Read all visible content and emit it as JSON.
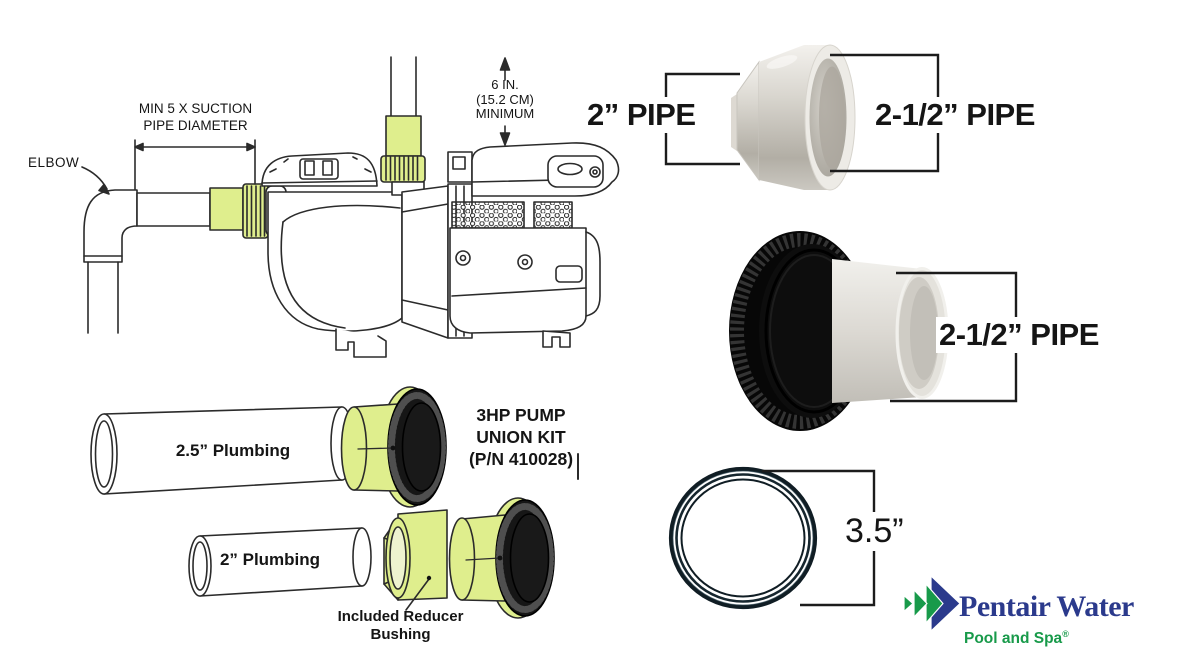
{
  "title": "Pump union kit installation diagram",
  "colors": {
    "fitting_yellow_green": "#dfee8d",
    "line_ink": "#2b2b2b",
    "logo_navy": "#2b3a8c",
    "logo_green": "#189a4a"
  },
  "pump_diagram": {
    "elbow_label": "ELBOW",
    "suction_note": {
      "line1": "MIN 5 X SUCTION",
      "line2": "PIPE DIAMETER"
    },
    "clearance_note": {
      "line1": "6 IN.",
      "line2": "(15.2 CM)",
      "line3": "MINIMUM"
    }
  },
  "kit_diagram": {
    "pipe_25_label": "2.5” Plumbing",
    "pipe_2_label": "2” Plumbing",
    "union_kit_note": {
      "line1": "3HP PUMP",
      "line2": "UNION KIT",
      "line3": "(P/N 410028)"
    },
    "bushing_note": {
      "line1": "Included Reducer",
      "line2": "Bushing"
    }
  },
  "fitting_labels": {
    "reducer_small_end": "2” PIPE",
    "reducer_large_end": "2-1/2” PIPE",
    "union_pipe": "2-1/2” PIPE",
    "oring_size": "3.5”"
  },
  "logo": {
    "brand": "Pentair Water",
    "tagline": "Pool and Spa",
    "registered_mark": "®"
  }
}
